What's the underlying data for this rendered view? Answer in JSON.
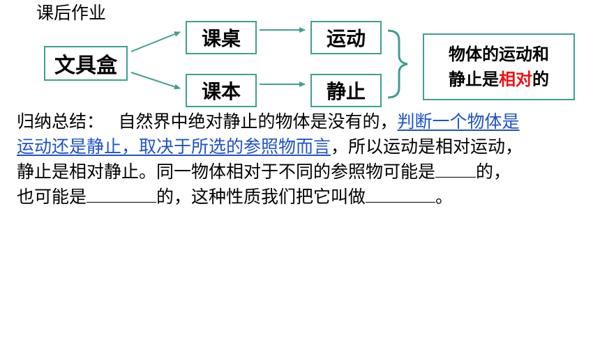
{
  "title": "课后作业",
  "diagram": {
    "root": "文具盒",
    "desk": "课桌",
    "book": "课本",
    "moving": "运动",
    "still": "静止",
    "conclusion": {
      "line1": "物体的运动和",
      "line2_prefix": "静止是",
      "line2_highlight": "相对",
      "line2_suffix": "的"
    },
    "colors": {
      "border": "#3f9f8e",
      "highlight": "#ee1111",
      "link": "#1e53c8"
    }
  },
  "summary": {
    "label": "归纳总结：",
    "text1": "自然界中绝对静止的物体是没有的，",
    "link_text": "判断一个物体是运动还是静止，取决于所选的参照物而言",
    "text2": "，所以运动是相对运动，静止是相对静止。同一物体相对于不同的参照物可能是",
    "text3": "的，也可能是",
    "text4": "的，这种性质我们把它叫做",
    "text5": "。"
  }
}
